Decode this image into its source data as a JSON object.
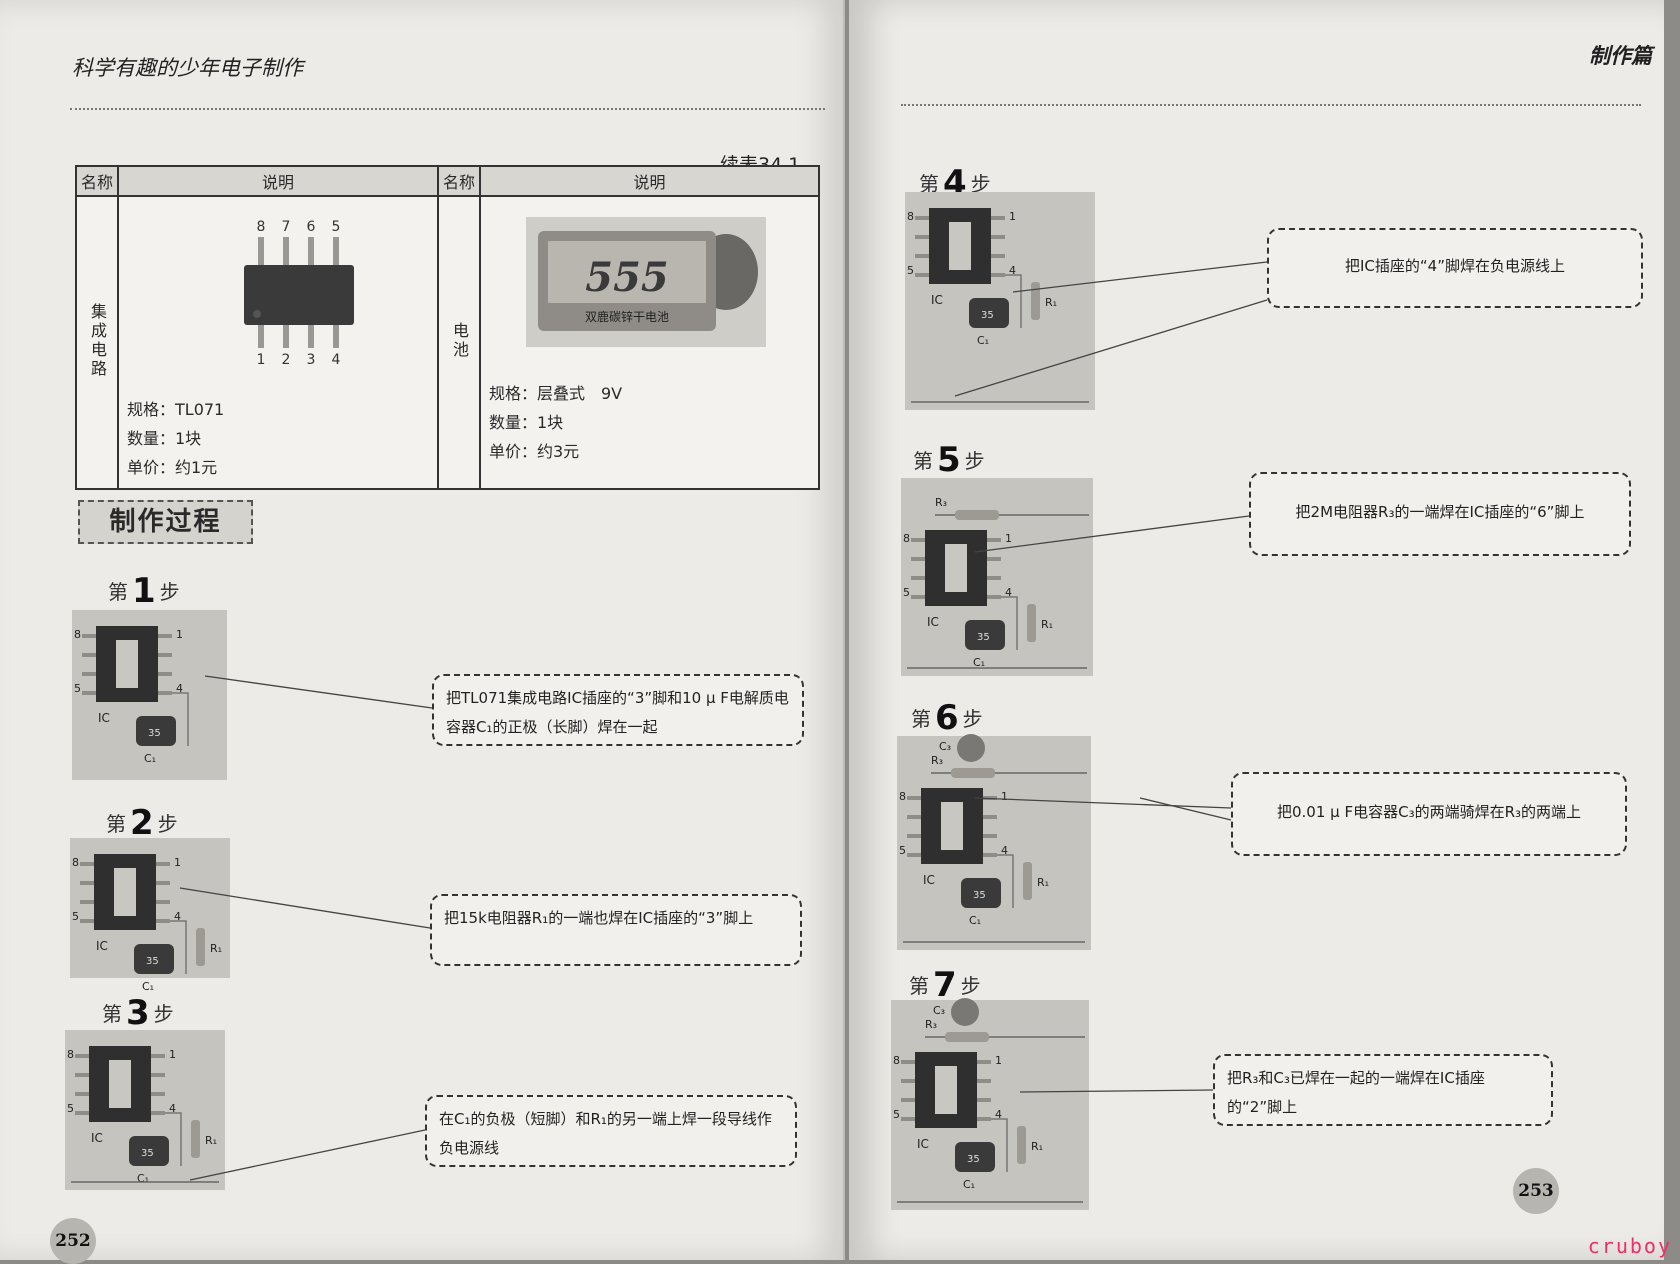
{
  "left_page": {
    "running_head": "科学有趣的少年电子制作",
    "table_caption": "续表34.1",
    "table": {
      "headers": [
        "名称",
        "说明",
        "名称",
        "说明"
      ],
      "rows": [
        {
          "name": "集成电路",
          "pins_top": [
            "8",
            "7",
            "6",
            "5"
          ],
          "pins_bottom": [
            "1",
            "2",
            "3",
            "4"
          ],
          "spec_lines": [
            "规格：TL071",
            "数量：1块",
            "单价：约1元"
          ]
        },
        {
          "name": "电池",
          "battery_label": "555",
          "battery_sublabel": "双鹿碳锌干电池",
          "spec_lines": [
            "规格：层叠式　9V",
            "数量：1块",
            "单价：约3元"
          ]
        }
      ]
    },
    "section_title": "制作过程",
    "steps": [
      {
        "prefix": "第",
        "number": "1",
        "suffix": "步",
        "callout": "把TL071集成电路IC插座的“3”脚和10 μ F电解质电容器C₁的正极（长脚）焊在一起"
      },
      {
        "prefix": "第",
        "number": "2",
        "suffix": "步",
        "callout": "把15k电阻器R₁的一端也焊在IC插座的“3”脚上"
      },
      {
        "prefix": "第",
        "number": "3",
        "suffix": "步",
        "callout": "在C₁的负极（短脚）和R₁的另一端上焊一段导线作负电源线"
      }
    ],
    "page_number": "252"
  },
  "right_page": {
    "running_head": "制作篇",
    "steps": [
      {
        "prefix": "第",
        "number": "4",
        "suffix": "步",
        "callout": "把IC插座的“4”脚焊在负电源线上"
      },
      {
        "prefix": "第",
        "number": "5",
        "suffix": "步",
        "callout": "把2M电阻器R₃的一端焊在IC插座的“6”脚上"
      },
      {
        "prefix": "第",
        "number": "6",
        "suffix": "步",
        "callout": "把0.01 μ F电容器C₃的两端骑焊在R₃的两端上"
      },
      {
        "prefix": "第",
        "number": "7",
        "suffix": "步",
        "callout": "把R₃和C₃已焊在一起的一端焊在IC插座的“2”脚上"
      }
    ],
    "page_number": "253"
  },
  "photo_labels": {
    "ic": "IC",
    "c1": "C₁",
    "r1": "R₁",
    "r3": "R₃",
    "c3": "C₃",
    "pin1": "1",
    "pin4": "4",
    "pin5": "5",
    "pin8": "8",
    "cap_value": "35"
  },
  "watermark": "cruboy"
}
